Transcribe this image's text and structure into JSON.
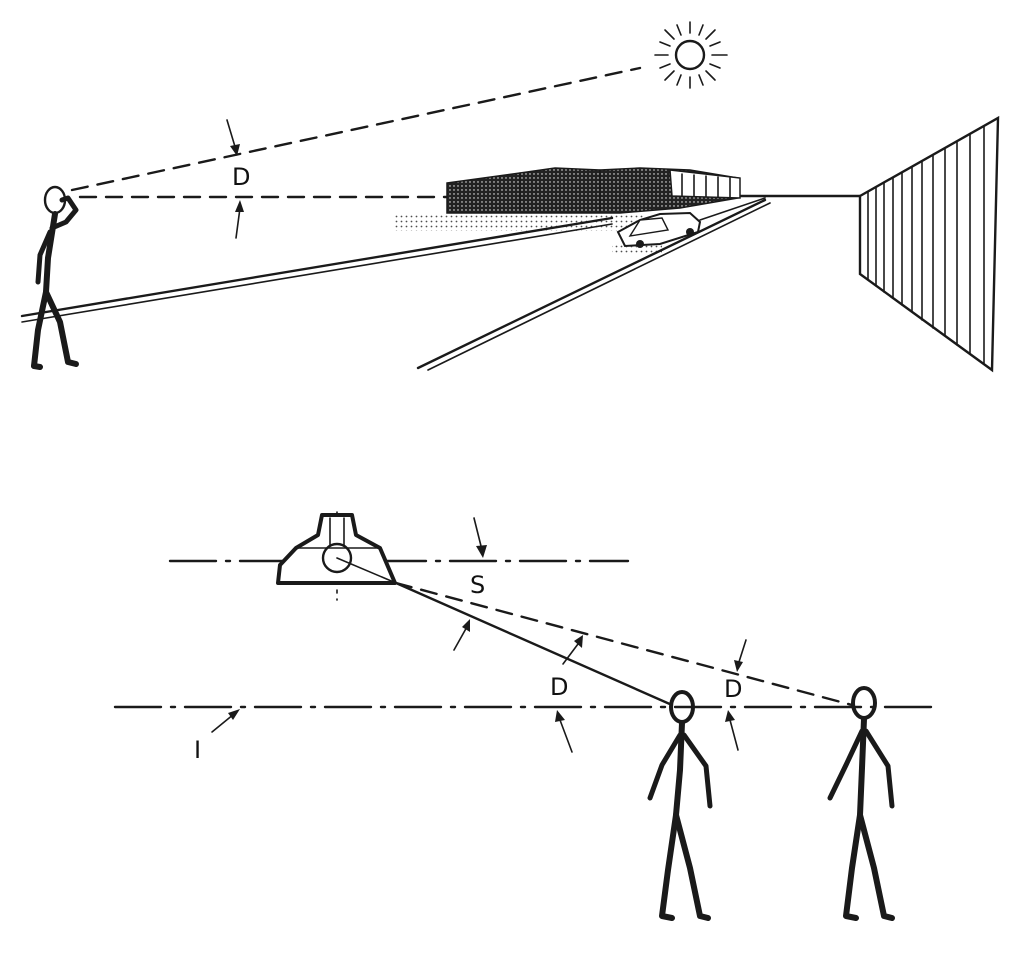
{
  "top_scene": {
    "labels": {
      "glare_angle": "D"
    }
  },
  "bottom_scene": {
    "labels": {
      "shield_angle": "S",
      "direct_angle_1": "D",
      "direct_angle_2": "D",
      "line_marker": "I"
    }
  }
}
